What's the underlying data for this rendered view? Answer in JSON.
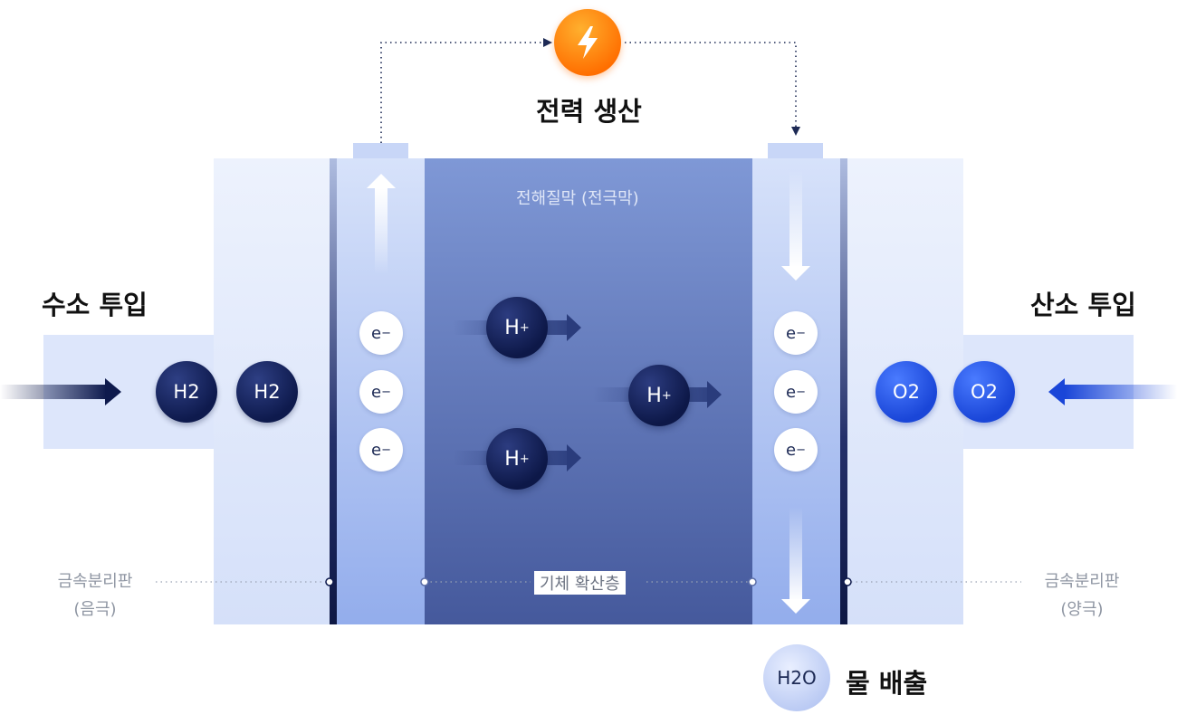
{
  "title": "전력 생산",
  "labels": {
    "hydrogen_in": "수소 투입",
    "oxygen_in": "산소 투입",
    "water_out": "물 배출",
    "membrane": "전해질막 (전극막)",
    "gdl": "기체 확산층",
    "plate_left": "금속분리판",
    "plate_left_sub": "(음극)",
    "plate_right": "금속분리판",
    "plate_right_sub": "(양극)"
  },
  "molecules": {
    "h2": "H2",
    "o2": "O2",
    "h_plus": "H+",
    "electron": "e−",
    "water": "H2O"
  },
  "icons": {
    "power": "lightning-bolt-icon"
  },
  "colors": {
    "navy": "#0e1a4d",
    "blue": "#1a46d8",
    "membrane_top": "#7f98d6",
    "membrane_bottom": "#45599c",
    "channel": "#dbe5fb",
    "accent_orange": "#ff7a00"
  }
}
